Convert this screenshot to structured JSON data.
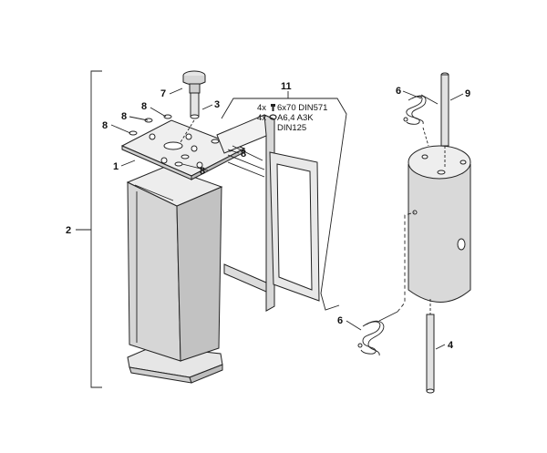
{
  "callouts": {
    "c1": "1",
    "c2": "2",
    "c3": "3",
    "c4": "4",
    "c6a": "6",
    "c6b": "6",
    "c7": "7",
    "c8a": "8",
    "c8b": "8",
    "c8c": "8",
    "c8d": "8",
    "c8e": "8",
    "c9": "9",
    "c11": "11"
  },
  "hardware_note": {
    "qty1": "4x",
    "screw": "6x70 DIN571",
    "qty2": "4x",
    "washer": "A6,4 A3K",
    "standard": "DIN125"
  },
  "colors": {
    "line": "#222222",
    "panel_fill": "#d9d9d9",
    "panel_dark": "#bdbdbd",
    "panel_light": "#eeeeee"
  }
}
